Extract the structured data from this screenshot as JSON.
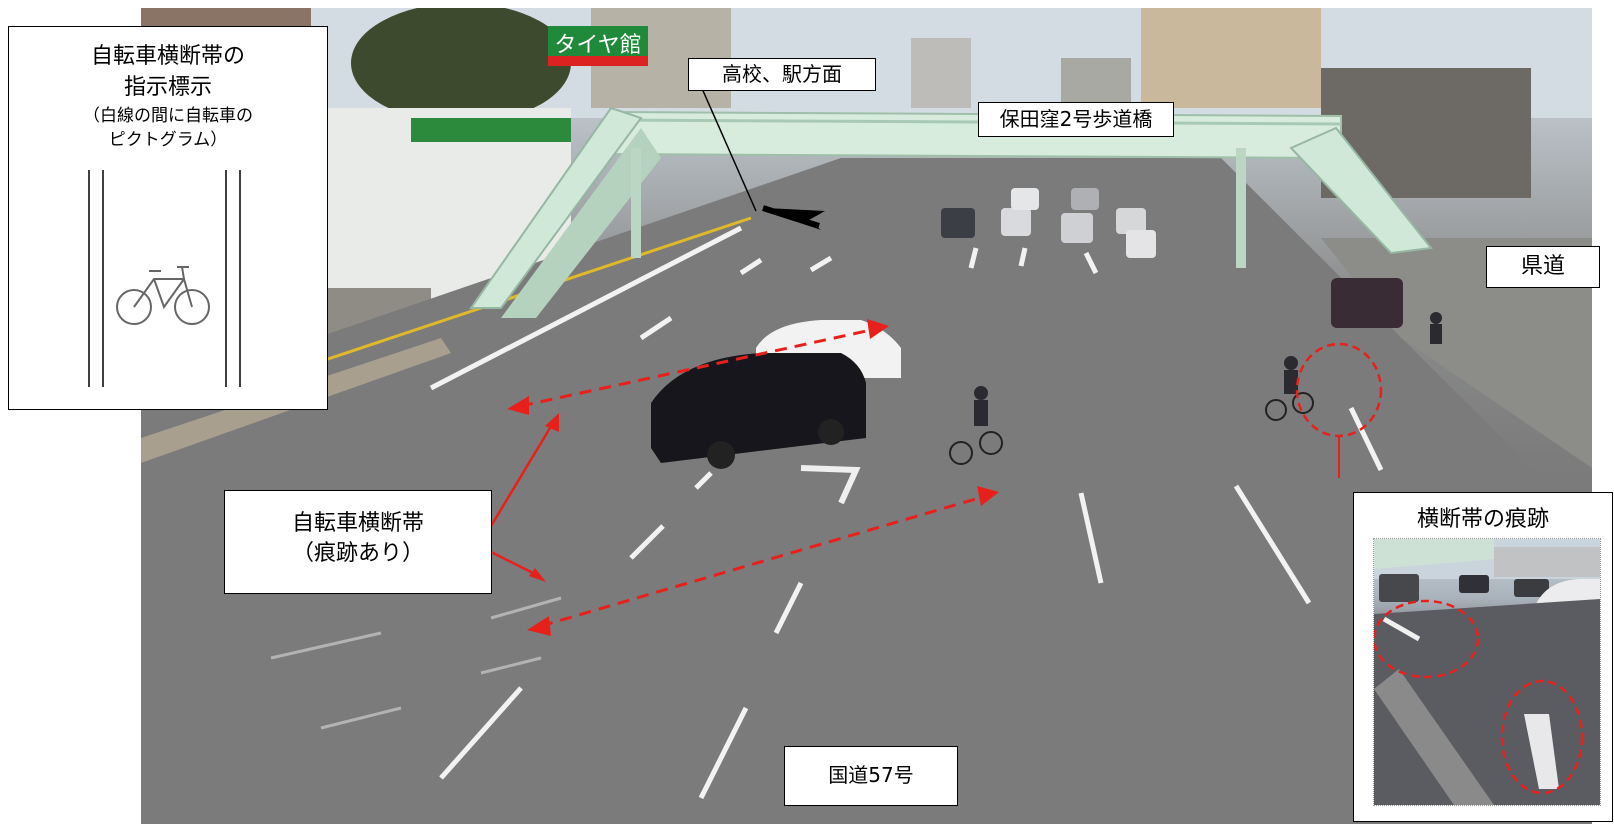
{
  "sign_panel": {
    "title_line1": "自転車横断帯の",
    "title_line2": "指示標示",
    "sub_line1": "（白線の間に自転車の",
    "sub_line2": "ピクトグラム）"
  },
  "labels": {
    "school_direction": "高校、駅方面",
    "pedestrian_bridge": "保田窪2号歩道橋",
    "prefectural_road": "県道",
    "crossing_line1": "自転車横断帯",
    "crossing_line2": "（痕跡あり）",
    "national_route": "国道57号"
  },
  "photo_signs": {
    "tire_shop": "タイヤ館"
  },
  "inset": {
    "title": "横断帯の痕跡"
  },
  "colors": {
    "annotation_red": "#e8201c",
    "road_gray": "#777777",
    "bridge_green": "#cfe8d8"
  }
}
